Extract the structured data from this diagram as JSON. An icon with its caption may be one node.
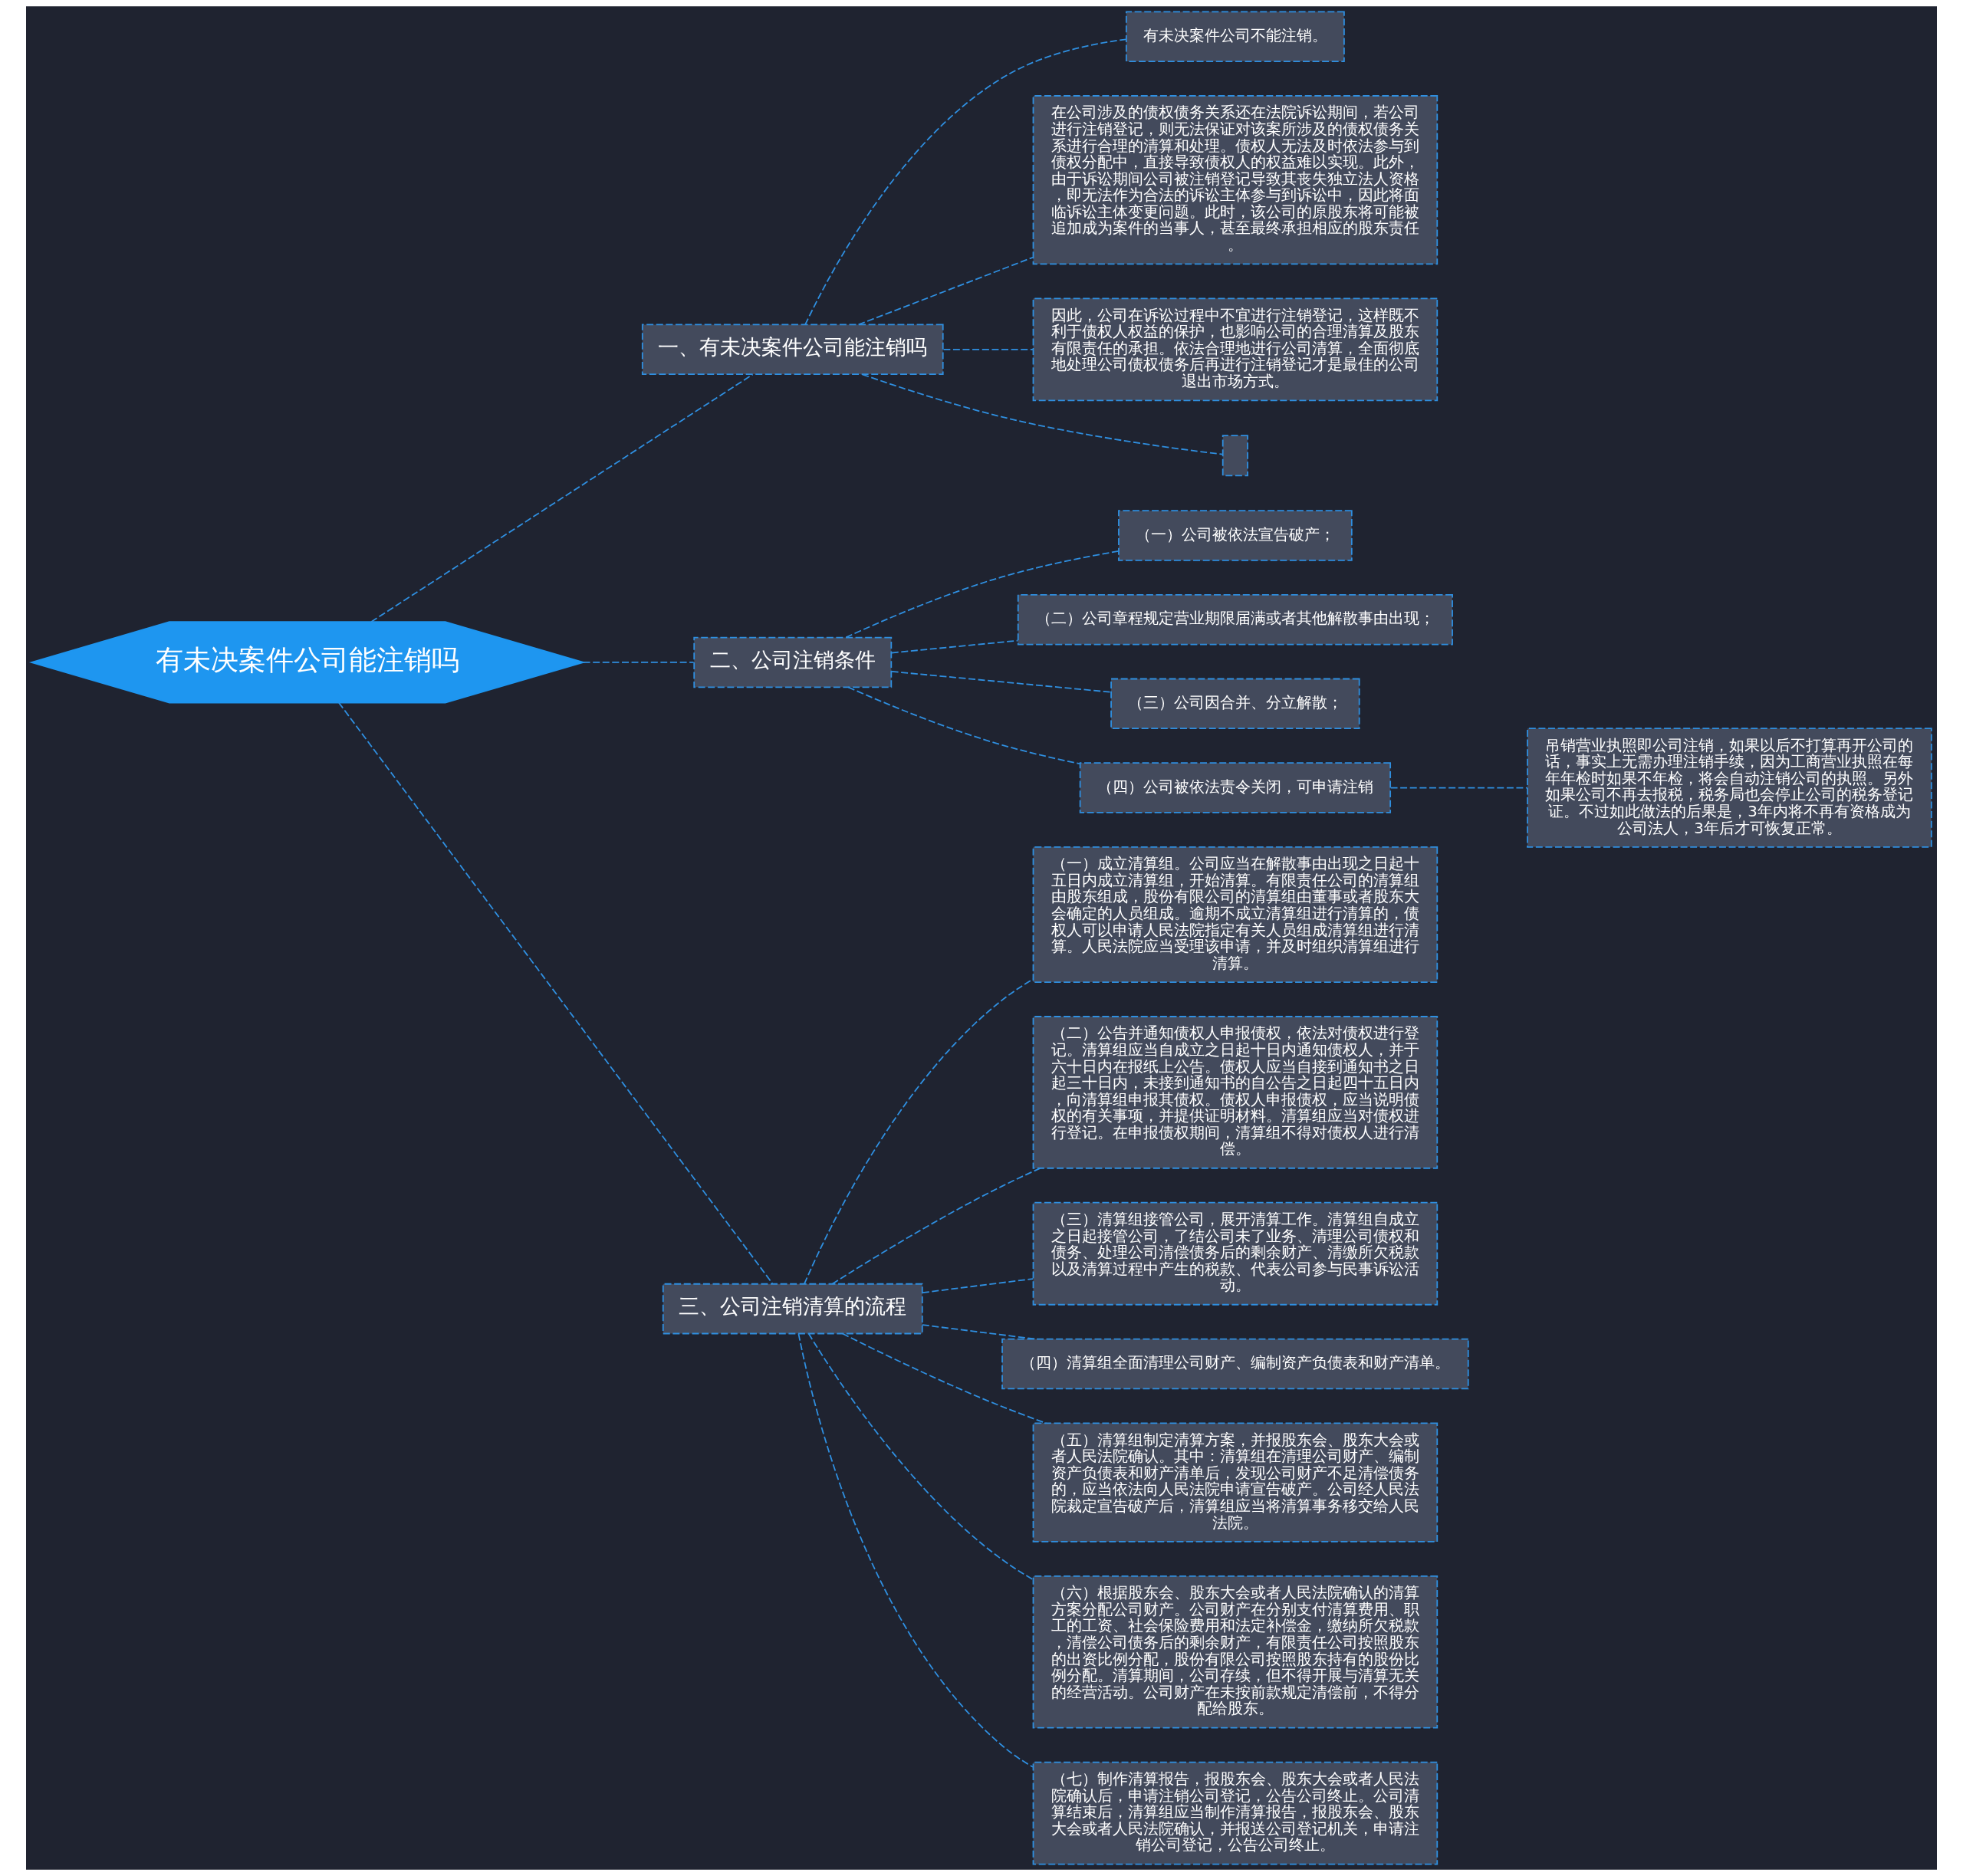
{
  "diagram": {
    "nodes": [
      {
        "text": [
          "有未决案件公司能注销吗"
        ]
      },
      {
        "text": [
          "一、有未决案件公司能注销吗"
        ]
      },
      {
        "text": [
          "有未决案件公司不能注销。"
        ]
      },
      {
        "text": [
          "在公司涉及的债权债务关系还在法院诉讼期间，若公司进行注销登记，则无法保证对该案所涉及的债权债务关系进行合理的清算和处理。债权人无法及时依法参与到债权分配中，直接导致债权人的权益难以实现。此外，由于诉讼期间公司被注销登记导致其丧失独立法人资格，即无法作为合法的诉讼主体参与到诉讼中，因此将面临诉讼主体变更问题。此时，该公司的原股东将可能被追加成为案件的当事人，甚至最终承担相应的股东责任。"
        ]
      },
      {
        "text": [
          "因此，公司在诉讼过程中不宜进行注销登记，这样既不利于债权人权益的保护，也影响公司的合理清算及股东有限责任的承担。依法合理地进行公司清算，全面彻底地处理公司债权债务后再进行注销登记才是最佳的公司退出市场方式。"
        ]
      },
      {
        "text": [],
        "shape": "box"
      },
      {
        "text": [
          "二、公司注销条件"
        ]
      },
      {
        "text": [
          "（一）公司被依法宣告破产；"
        ]
      },
      {
        "text": [
          "（二）公司章程规定营业期限届满或者其他解散事由出现；"
        ]
      },
      {
        "text": [
          "（三）公司因合并、分立解散；"
        ]
      },
      {
        "text": [
          "（四）公司被依法责令关闭，可申请注销"
        ]
      },
      {
        "text": [
          "吊销营业执照即公司注销，如果以后不打算再开公司的话，事实上无需办理注销手续，因为工商营业执照在每年年检时如果不年检，将会自动注销公司的执照。另外如果公司不再去报税，税务局也会停止公司的税务登记证。不过如此做法的后果是，3年内将不再有资格成为公司法人，3年后才可恢复正常。"
        ]
      },
      {
        "text": [
          "三、公司注销清算的流程"
        ]
      },
      {
        "text": [
          "（一）成立清算组。公司应当在解散事由出现之日起十五日内成立清算组，开始清算。有限责任公司的清算组由股东组成，股份有限公司的清算组由董事或者股东大会确定的人员组成。逾期不成立清算组进行清算的，债权人可以申请人民法院指定有关人员组成清算组进行清算。人民法院应当受理该申请，并及时组织清算组进行清算。"
        ]
      },
      {
        "text": [
          "（二）公告并通知债权人申报债权，依法对债权进行登记。清算组应当自成立之日起十日内通知债权人，并于六十日内在报纸上公告。债权人应当自接到通知书之日起三十日内，未接到通知书的自公告之日起四十五日内，向清算组申报其债权。债权人申报债权，应当说明债权的有关事项，并提供证明材料。清算组应当对债权进行登记。在申报债权期间，清算组不得对债权人进行清偿。"
        ]
      },
      {
        "text": [
          "（三）清算组接管公司，展开清算工作。清算组自成立之日起接管公司，了结公司未了业务、清理公司债权和债务、处理公司清偿债务后的剩余财产、清缴所欠税款以及清算过程中产生的税款、代表公司参与民事诉讼活动。"
        ]
      },
      {
        "text": [
          "（四）清算组全面清理公司财产、编制资产负债表和财产清单。"
        ]
      },
      {
        "text": [
          "（五）清算组制定清算方案，并报股东会、股东大会或者人民法院确认。其中：清算组在清理公司财产、编制资产负债表和财产清单后，发现公司财产不足清偿债务的，应当依法向人民法院申请宣告破产。公司经人民法院裁定宣告破产后，清算组应当将清算事务移交给人民法院。"
        ]
      },
      {
        "text": [
          "（六）根据股东会、股东大会或者人民法院确认的清算方案分配公司财产。公司财产在分别支付清算费用、职工的工资、社会保险费用和法定补偿金，缴纳所欠税款，清偿公司债务后的剩余财产，有限责任公司按照股东的出资比例分配，股份有限公司按照股东持有的股份比例分配。清算期间，公司存续，但不得开展与清算无关的经营活动。公司财产在未按前款规定清偿前，不得分配给股东。"
        ]
      },
      {
        "text": [
          "（七）制作清算报告，报股东会、股东大会或者人民法院确认后，申请注销公司登记，公告公司终止。公司清算结束后，清算组应当制作清算报告，报股东会、股东大会或者人民法院确认，并报送公司登记机关，申请注销公司登记，公告公司终止。"
        ]
      }
    ],
    "edges": [
      {
        "from": 0,
        "to": 1,
        "arrow": "none",
        "style": "dashed"
      },
      {
        "from": 1,
        "to": 2,
        "arrow": "none",
        "style": "dashed"
      },
      {
        "from": 1,
        "to": 3,
        "arrow": "none",
        "style": "dashed"
      },
      {
        "from": 1,
        "to": 4,
        "arrow": "none",
        "style": "dashed"
      },
      {
        "from": 1,
        "to": 5,
        "arrow": "none",
        "style": "dashed"
      },
      {
        "from": 0,
        "to": 6,
        "arrow": "none",
        "style": "dashed"
      },
      {
        "from": 6,
        "to": 7,
        "arrow": "none",
        "style": "dashed"
      },
      {
        "from": 6,
        "to": 8,
        "arrow": "none",
        "style": "dashed"
      },
      {
        "from": 6,
        "to": 9,
        "arrow": "none",
        "style": "dashed"
      },
      {
        "from": 6,
        "to": 10,
        "arrow": "none",
        "style": "dashed"
      },
      {
        "from": 10,
        "to": 11,
        "arrow": "none",
        "style": "dashed"
      },
      {
        "from": 0,
        "to": 12,
        "arrow": "none",
        "style": "dashed"
      },
      {
        "from": 12,
        "to": 13,
        "arrow": "none",
        "style": "dashed"
      },
      {
        "from": 12,
        "to": 14,
        "arrow": "none",
        "style": "dashed"
      },
      {
        "from": 12,
        "to": 15,
        "arrow": "none",
        "style": "dashed"
      },
      {
        "from": 12,
        "to": 16,
        "arrow": "none",
        "style": "dashed"
      },
      {
        "from": 12,
        "to": 17,
        "arrow": "none",
        "style": "dashed"
      },
      {
        "from": 12,
        "to": 18,
        "arrow": "none",
        "style": "dashed"
      },
      {
        "from": 12,
        "to": 19,
        "arrow": "none",
        "style": "dashed"
      }
    ]
  }
}
